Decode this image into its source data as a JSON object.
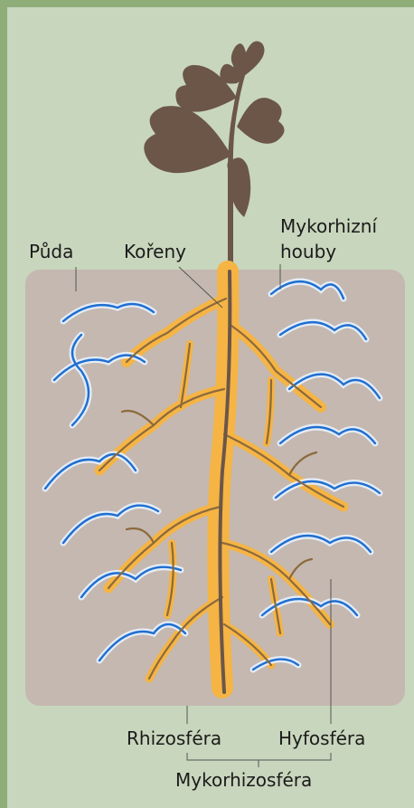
{
  "labels": {
    "soil": "Půda",
    "roots": "Kořeny",
    "fungi_line1": "Mykorhizní",
    "fungi_line2": "houby",
    "rhizosphere": "Rhizosféra",
    "hyphosphere": "Hyfosféra",
    "mycorrhizosphere": "Mykorhizosféra"
  },
  "colors": {
    "background": "#c8d6bd",
    "border": "#8fad78",
    "soil": "#c4b8b0",
    "plant": "#6b5648",
    "rhizosphere_zone": "#f5b444",
    "root": "#8c6a3c",
    "hyphae": "#1f6fd0",
    "hyphae_glow": "#e8f2ff"
  }
}
